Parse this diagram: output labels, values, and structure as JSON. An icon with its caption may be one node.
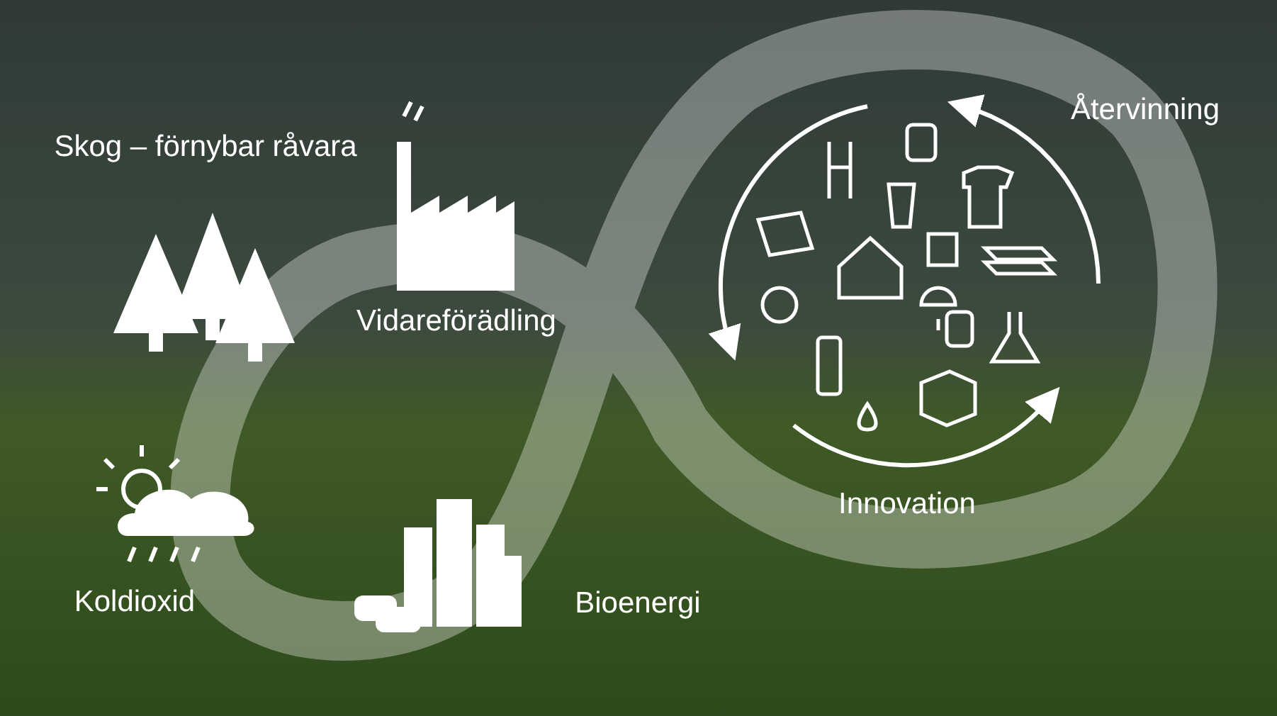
{
  "diagram": {
    "labels": [
      "Skog – förnybar råvara",
      "Vidareförädling",
      "Återvinning",
      "Innovation",
      "Bioenergi",
      "Koldioxid"
    ]
  }
}
